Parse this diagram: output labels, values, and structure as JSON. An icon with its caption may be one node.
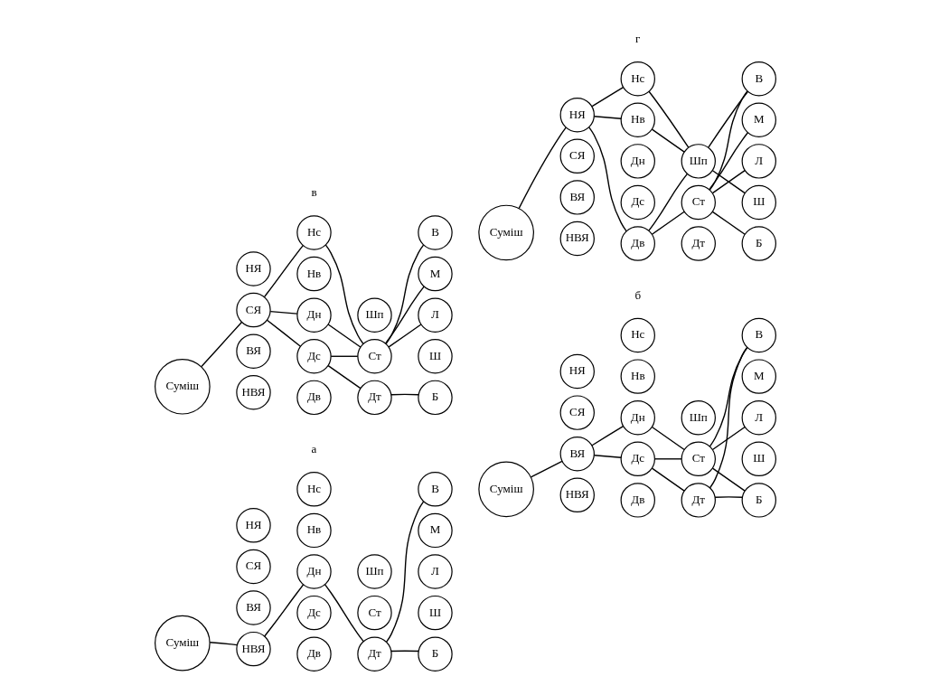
{
  "diagram": {
    "nodes": [
      {
        "text": [
          "Суміш"
        ]
      },
      {
        "text": [
          "НВЯ"
        ]
      },
      {
        "text": [
          "ВЯ"
        ]
      },
      {
        "text": [
          "СЯ"
        ]
      },
      {
        "text": [
          "НЯ"
        ]
      },
      {
        "text": [
          "Дв"
        ]
      },
      {
        "text": [
          "Дс"
        ]
      },
      {
        "text": [
          "Дн"
        ]
      },
      {
        "text": [
          "Нв"
        ]
      },
      {
        "text": [
          "Нс"
        ]
      },
      {
        "text": [
          "Дт"
        ]
      },
      {
        "text": [
          "Ст"
        ]
      },
      {
        "text": [
          "Шп"
        ]
      },
      {
        "text": [
          "Б"
        ]
      },
      {
        "text": [
          "Ш"
        ]
      },
      {
        "text": [
          "Л"
        ]
      },
      {
        "text": [
          "М"
        ]
      },
      {
        "text": [
          "В"
        ]
      },
      {
        "text": [
          "Суміш"
        ]
      },
      {
        "text": [
          "НВЯ"
        ]
      },
      {
        "text": [
          "ВЯ"
        ]
      },
      {
        "text": [
          "СЯ"
        ]
      },
      {
        "text": [
          "НЯ"
        ]
      },
      {
        "text": [
          "Дв"
        ]
      },
      {
        "text": [
          "Дс"
        ]
      },
      {
        "text": [
          "Дн"
        ]
      },
      {
        "text": [
          "Нв"
        ]
      },
      {
        "text": [
          "Нс"
        ]
      },
      {
        "text": [
          "Дт"
        ]
      },
      {
        "text": [
          "Ст"
        ]
      },
      {
        "text": [
          "Шп"
        ]
      },
      {
        "text": [
          "Б"
        ]
      },
      {
        "text": [
          "Ш"
        ]
      },
      {
        "text": [
          "Л"
        ]
      },
      {
        "text": [
          "М"
        ]
      },
      {
        "text": [
          "В"
        ]
      },
      {
        "text": [
          "Суміш"
        ]
      },
      {
        "text": [
          "НВЯ"
        ]
      },
      {
        "text": [
          "ВЯ"
        ]
      },
      {
        "text": [
          "СЯ"
        ]
      },
      {
        "text": [
          "НЯ"
        ]
      },
      {
        "text": [
          "Дв"
        ]
      },
      {
        "text": [
          "Дс"
        ]
      },
      {
        "text": [
          "Дн"
        ]
      },
      {
        "text": [
          "Нв"
        ]
      },
      {
        "text": [
          "Нс"
        ]
      },
      {
        "text": [
          "Дт"
        ]
      },
      {
        "text": [
          "Ст"
        ]
      },
      {
        "text": [
          "Шп"
        ]
      },
      {
        "text": [
          "Б"
        ]
      },
      {
        "text": [
          "Ш"
        ]
      },
      {
        "text": [
          "Л"
        ]
      },
      {
        "text": [
          "М"
        ]
      },
      {
        "text": [
          "В"
        ]
      },
      {
        "text": [
          "Суміш"
        ]
      },
      {
        "text": [
          "НВЯ"
        ]
      },
      {
        "text": [
          "ВЯ"
        ]
      },
      {
        "text": [
          "СЯ"
        ]
      },
      {
        "text": [
          "НЯ"
        ]
      },
      {
        "text": [
          "Дв"
        ]
      },
      {
        "text": [
          "Дс"
        ]
      },
      {
        "text": [
          "Дн"
        ]
      },
      {
        "text": [
          "Нв"
        ]
      },
      {
        "text": [
          "Нс"
        ]
      },
      {
        "text": [
          "Дт"
        ]
      },
      {
        "text": [
          "Ст"
        ]
      },
      {
        "text": [
          "Шп"
        ]
      },
      {
        "text": [
          "Б"
        ]
      },
      {
        "text": [
          "Ш"
        ]
      },
      {
        "text": [
          "Л"
        ]
      },
      {
        "text": [
          "М"
        ]
      },
      {
        "text": [
          "В"
        ]
      }
    ],
    "edges": [
      {
        "from": 0,
        "to": 1,
        "arrow": "none"
      },
      {
        "from": 1,
        "to": 7,
        "arrow": "none"
      },
      {
        "from": 7,
        "to": 10,
        "arrow": "none"
      },
      {
        "from": 10,
        "to": 13,
        "arrow": "none"
      },
      {
        "from": 10,
        "to": 17,
        "arrow": "none"
      },
      {
        "from": 18,
        "to": 20,
        "arrow": "none"
      },
      {
        "from": 20,
        "to": 24,
        "arrow": "none"
      },
      {
        "from": 20,
        "to": 25,
        "arrow": "none"
      },
      {
        "from": 24,
        "to": 28,
        "arrow": "none"
      },
      {
        "from": 24,
        "to": 29,
        "arrow": "none"
      },
      {
        "from": 25,
        "to": 29,
        "arrow": "none"
      },
      {
        "from": 28,
        "to": 31,
        "arrow": "none"
      },
      {
        "from": 28,
        "to": 35,
        "arrow": "none"
      },
      {
        "from": 29,
        "to": 31,
        "arrow": "none"
      },
      {
        "from": 29,
        "to": 33,
        "arrow": "none"
      },
      {
        "from": 29,
        "to": 35,
        "arrow": "none"
      },
      {
        "from": 36,
        "to": 39,
        "arrow": "none"
      },
      {
        "from": 39,
        "to": 42,
        "arrow": "none"
      },
      {
        "from": 39,
        "to": 43,
        "arrow": "none"
      },
      {
        "from": 39,
        "to": 45,
        "arrow": "none"
      },
      {
        "from": 42,
        "to": 46,
        "arrow": "none"
      },
      {
        "from": 42,
        "to": 47,
        "arrow": "none"
      },
      {
        "from": 43,
        "to": 47,
        "arrow": "none"
      },
      {
        "from": 45,
        "to": 47,
        "arrow": "none"
      },
      {
        "from": 46,
        "to": 49,
        "arrow": "none"
      },
      {
        "from": 47,
        "to": 51,
        "arrow": "none"
      },
      {
        "from": 47,
        "to": 52,
        "arrow": "none"
      },
      {
        "from": 47,
        "to": 53,
        "arrow": "none"
      },
      {
        "from": 54,
        "to": 58,
        "arrow": "none"
      },
      {
        "from": 58,
        "to": 59,
        "arrow": "none"
      },
      {
        "from": 58,
        "to": 62,
        "arrow": "none"
      },
      {
        "from": 58,
        "to": 63,
        "arrow": "none"
      },
      {
        "from": 59,
        "to": 65,
        "arrow": "none"
      },
      {
        "from": 59,
        "to": 66,
        "arrow": "none"
      },
      {
        "from": 62,
        "to": 66,
        "arrow": "none"
      },
      {
        "from": 63,
        "to": 66,
        "arrow": "none"
      },
      {
        "from": 65,
        "to": 67,
        "arrow": "none"
      },
      {
        "from": 65,
        "to": 69,
        "arrow": "none"
      },
      {
        "from": 65,
        "to": 70,
        "arrow": "none"
      },
      {
        "from": 65,
        "to": 71,
        "arrow": "none"
      },
      {
        "from": 66,
        "to": 68,
        "arrow": "none"
      },
      {
        "from": 66,
        "to": 71,
        "arrow": "none"
      }
    ],
    "labels": [
      "а",
      "б",
      "в",
      "г"
    ]
  }
}
